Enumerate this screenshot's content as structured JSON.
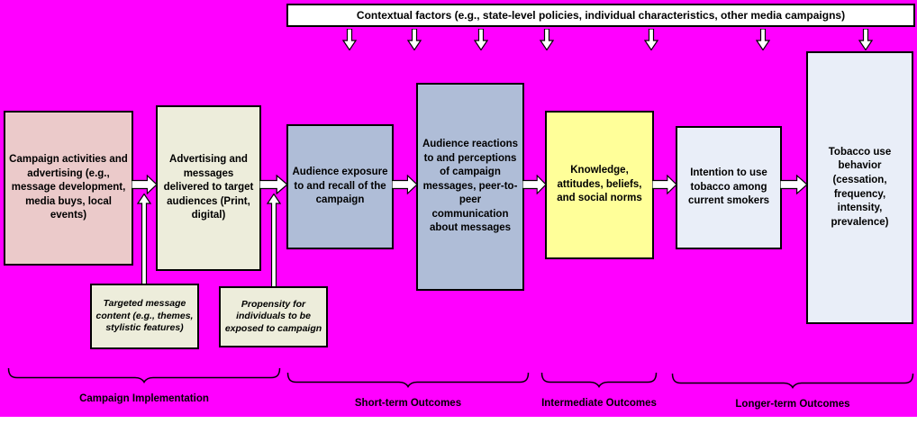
{
  "colors": {
    "background": "#FF00FF",
    "contextual_box": "#FFFFFF",
    "campaign_activities_box": "#EBCACA",
    "advertising_delivered_box": "#EDEDDB",
    "audience_exposure_box": "#AFBDD7",
    "audience_reactions_box": "#AFBDD7",
    "knowledge_box": "#FFFF99",
    "intention_box": "#E9EEF8",
    "behavior_box": "#E9EEF8",
    "moderator_box": "#EDEDDB"
  },
  "contextual": {
    "label": "Contextual factors (e.g., state-level policies, individual characteristics, other media campaigns)"
  },
  "flow_boxes": [
    {
      "label": "Campaign activities and advertising (e.g., message development, media buys, local events)"
    },
    {
      "label": "Advertising and messages delivered to target audiences (Print, digital)"
    },
    {
      "label": "Audience exposure to and recall of the campaign"
    },
    {
      "label": "Audience reactions to and perceptions of campaign messages, peer-to-peer communication about messages"
    },
    {
      "label": "Knowledge, attitudes, beliefs, and social norms"
    },
    {
      "label": "Intention to use tobacco among current smokers"
    },
    {
      "label": "Tobacco use behavior (cessation, frequency, intensity, prevalence)"
    }
  ],
  "moderator_boxes": [
    {
      "label": "Targeted message content (e.g., themes, stylistic features)"
    },
    {
      "label": "Propensity for individuals to be exposed to campaign"
    }
  ],
  "stage_labels": [
    {
      "label": "Campaign Implementation"
    },
    {
      "label": "Short-term Outcomes"
    },
    {
      "label": "Intermediate Outcomes"
    },
    {
      "label": "Longer-term Outcomes"
    }
  ]
}
